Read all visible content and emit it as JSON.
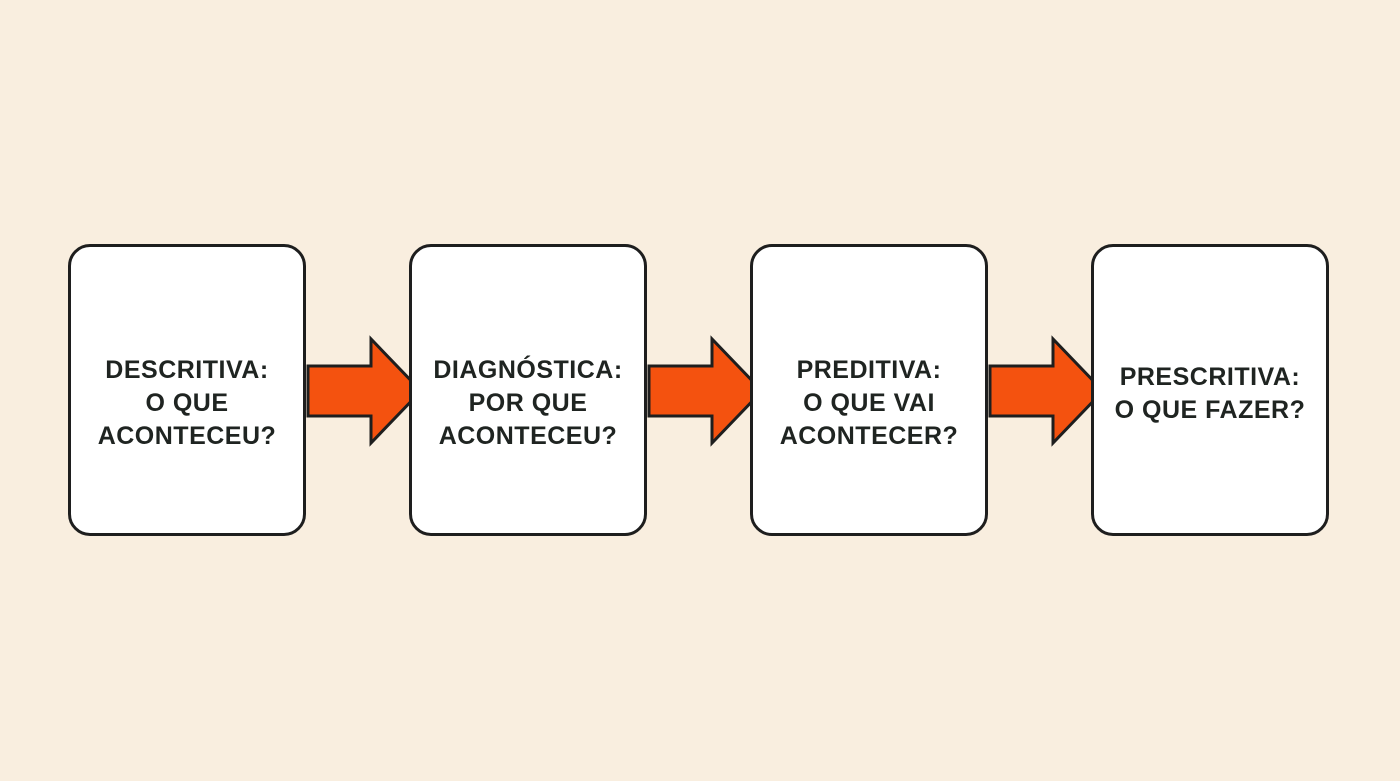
{
  "diagram": {
    "stages": [
      {
        "lines": [
          "DESCRITIVA:",
          "O QUE",
          "ACONTECEU?"
        ]
      },
      {
        "lines": [
          "DIAGNÓSTICA:",
          "POR QUE",
          "ACONTECEU?"
        ]
      },
      {
        "lines": [
          "PREDITIVA:",
          "O QUE VAI",
          "ACONTECER?"
        ]
      },
      {
        "lines": [
          "PRESCRITIVA:",
          "O QUE FAZER?"
        ]
      }
    ],
    "colors": {
      "background": "#f9eedf",
      "box_fill": "#ffffff",
      "box_border": "#1e1e1e",
      "arrow_fill": "#f4520f",
      "arrow_stroke": "#1e1e1e",
      "text": "#1f2421"
    }
  }
}
